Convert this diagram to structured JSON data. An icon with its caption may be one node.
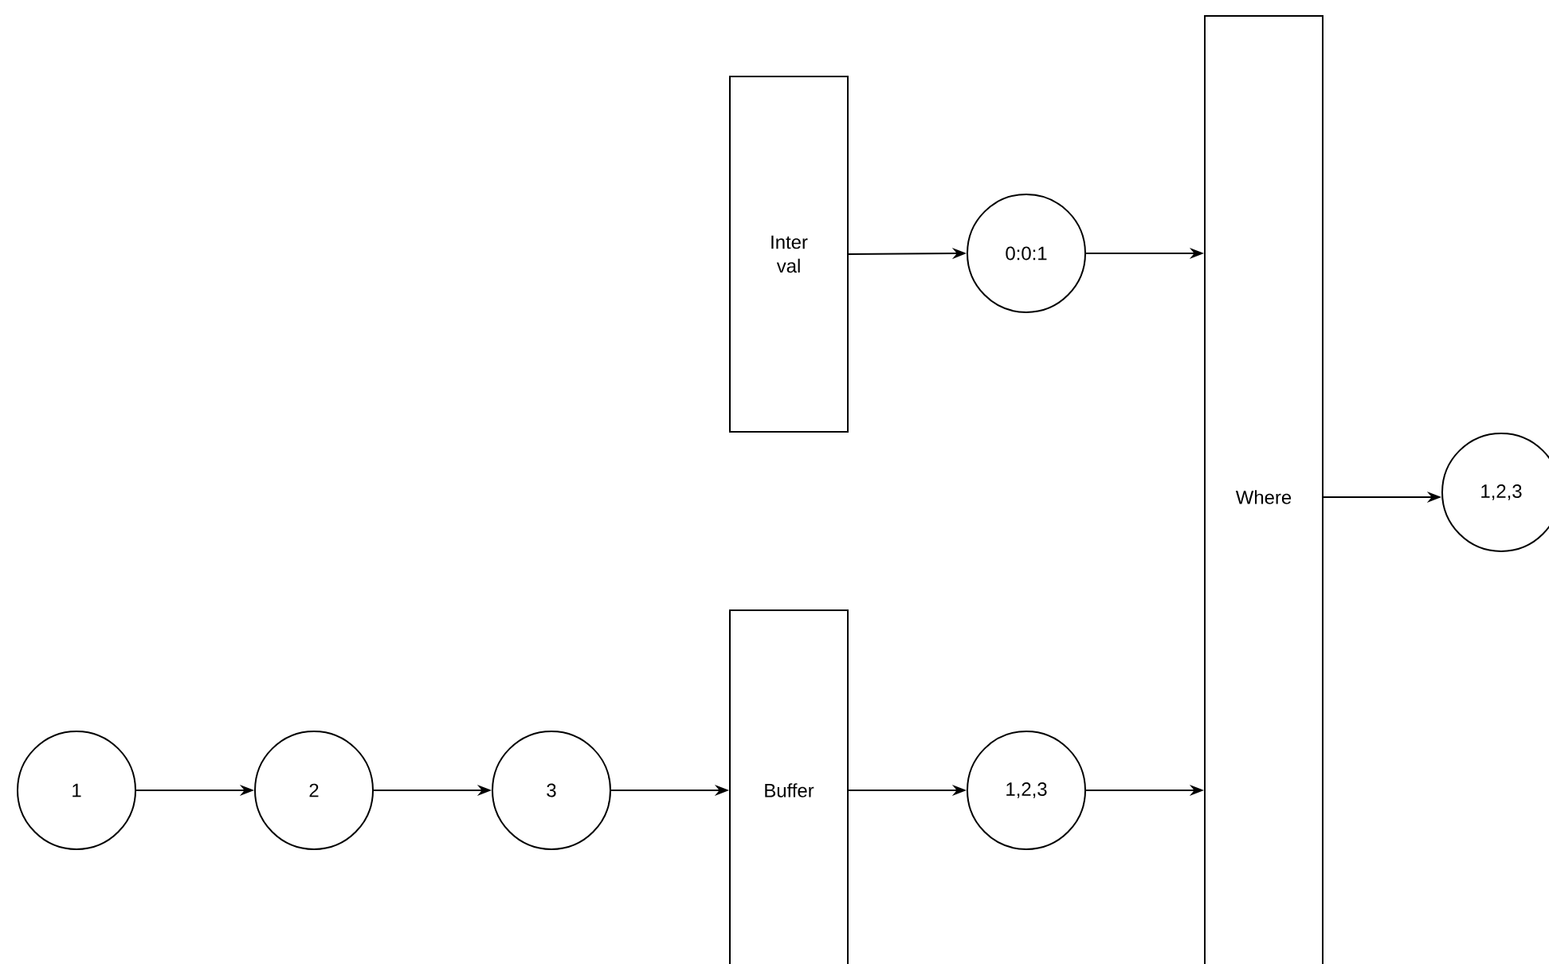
{
  "diagram": {
    "nodes": [
      {
        "text": [
          "Inter val"
        ]
      },
      {
        "text": [
          "0:0:1"
        ]
      },
      {
        "text": [
          "Where"
        ]
      },
      {
        "text": [
          "1,2,3"
        ]
      },
      {
        "text": [
          "1"
        ]
      },
      {
        "text": [
          "2"
        ]
      },
      {
        "text": [
          "3"
        ]
      },
      {
        "text": [
          "Buffer"
        ]
      },
      {
        "text": [
          "1,2,3"
        ]
      }
    ],
    "edges": [
      {
        "from": 0,
        "to": 1,
        "arrow": "to"
      },
      {
        "from": 1,
        "to": 2,
        "arrow": "to"
      },
      {
        "from": 2,
        "to": 3,
        "arrow": "to"
      },
      {
        "from": 4,
        "to": 5,
        "arrow": "to"
      },
      {
        "from": 5,
        "to": 6,
        "arrow": "to"
      },
      {
        "from": 6,
        "to": 7,
        "arrow": "to"
      },
      {
        "from": 7,
        "to": 8,
        "arrow": "to"
      },
      {
        "from": 8,
        "to": 2,
        "arrow": "to"
      }
    ]
  }
}
